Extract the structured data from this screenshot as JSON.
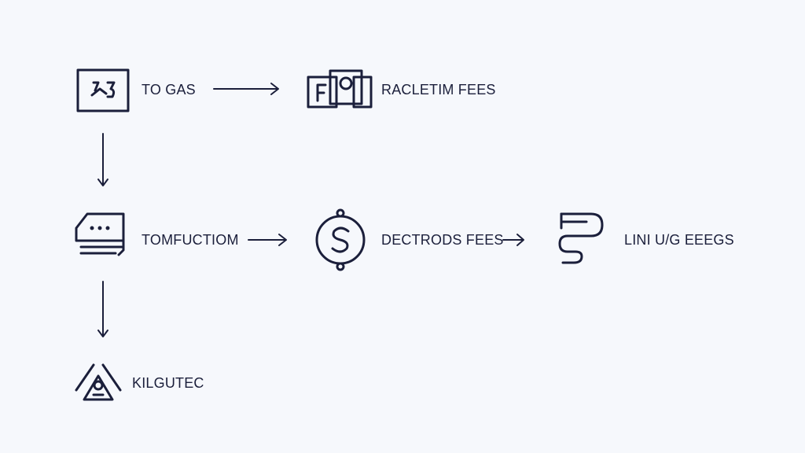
{
  "diagram": {
    "nodes": {
      "to_gas": {
        "label": "TO GAS",
        "icon": "transfer-icon"
      },
      "racletim_fees": {
        "label": "RACLETIM FEES",
        "icon": "fee-screen-icon"
      },
      "tomfuctiom": {
        "label": "TOMFUCTIOM",
        "icon": "card-terminal-icon"
      },
      "dectrods_fees": {
        "label": "DECTRODS FEES",
        "icon": "dollar-coin-icon"
      },
      "liniu_ug_eeegs": {
        "label": "LINI U/G EEEGS",
        "icon": "pipe-icon"
      },
      "kilgutec": {
        "label": "KILGUTEC",
        "icon": "warning-triangle-icon"
      }
    },
    "colors": {
      "ink": "#1b1f3b",
      "background": "#f6f8fc"
    }
  }
}
